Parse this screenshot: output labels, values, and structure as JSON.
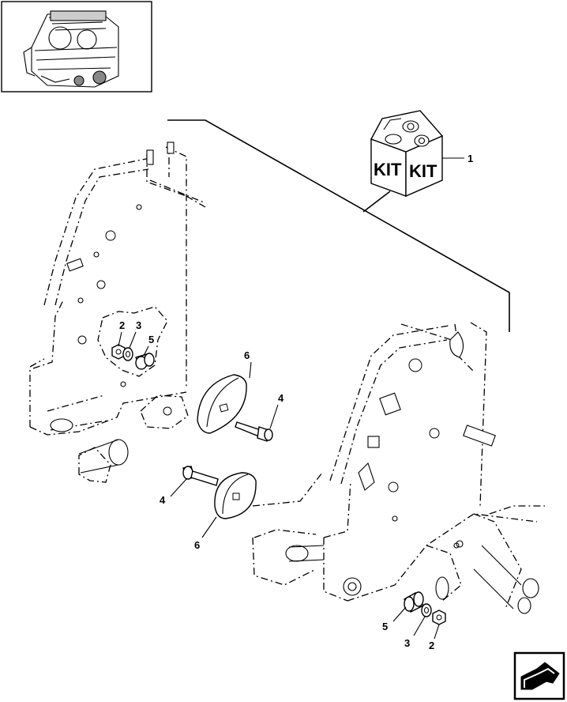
{
  "kit_box": {
    "label_left": "KIT",
    "label_right": "KIT"
  },
  "callouts": {
    "kit": "1",
    "nut_upper": "2",
    "washer_upper": "3",
    "spacer_upper": "5",
    "disc_upper": "6",
    "bolt_upper": "4",
    "bolt_lower": "4",
    "disc_lower": "6",
    "spacer_lower": "5",
    "washer_lower": "3",
    "nut_lower": "2"
  },
  "icons": {
    "thumbnail": "baler-overview-icon",
    "nav": "next-page-arrow-icon"
  }
}
